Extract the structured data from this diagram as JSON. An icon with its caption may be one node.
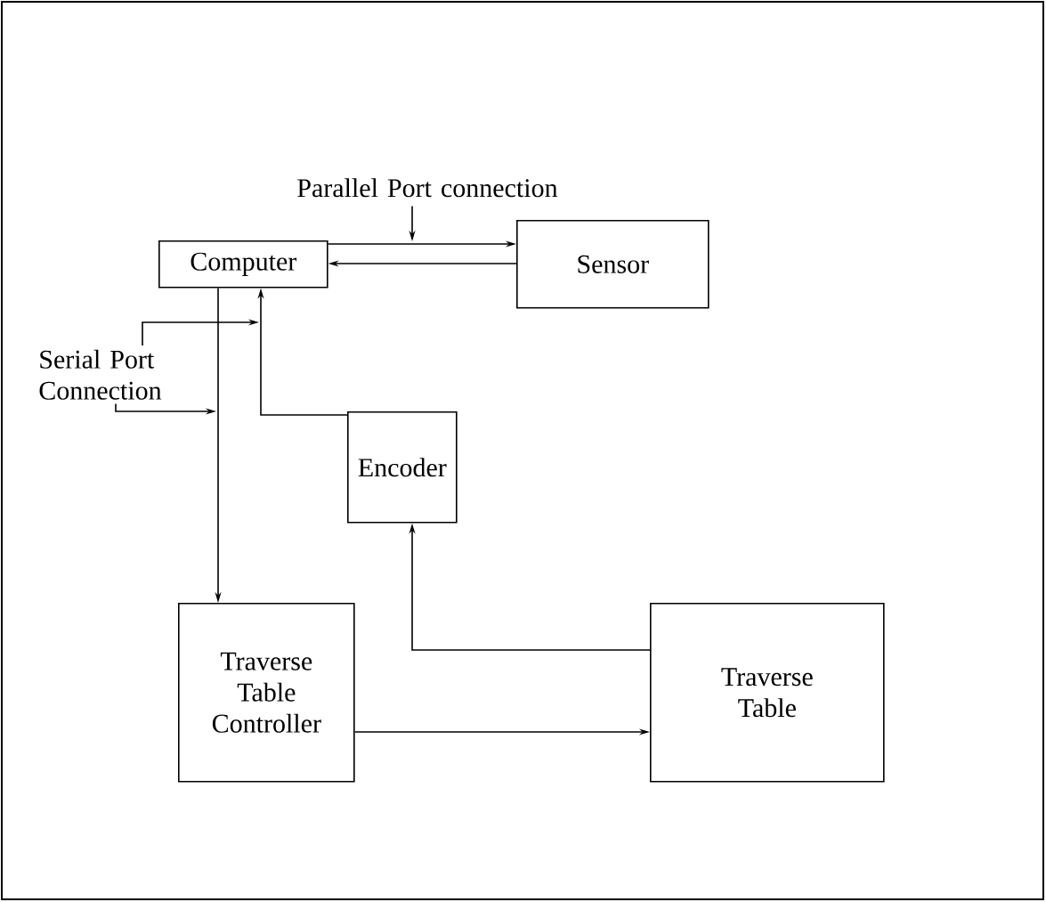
{
  "diagram": {
    "nodes": [
      {
        "text": [
          "Computer"
        ]
      },
      {
        "text": [
          "Sensor"
        ]
      },
      {
        "text": [
          "Encoder"
        ]
      },
      {
        "text": [
          "Traverse Table Controller"
        ]
      },
      {
        "text": [
          "Traverse Table"
        ]
      },
      {
        "text": [
          "Parallel Port connection"
        ]
      },
      {
        "text": [
          "Serial Port Connection"
        ]
      }
    ],
    "edges": [
      {
        "from": 0,
        "to": 1,
        "arrow": "to"
      },
      {
        "from": 1,
        "to": 0,
        "arrow": "to"
      },
      {
        "from": 0,
        "to": 3,
        "arrow": "to"
      },
      {
        "from": 2,
        "to": 0,
        "arrow": "to"
      },
      {
        "from": 4,
        "to": 2,
        "arrow": "to"
      },
      {
        "from": 3,
        "to": 4,
        "arrow": "to"
      },
      {
        "from": 5,
        "to": null,
        "arrow": "to"
      },
      {
        "from": 6,
        "to": null,
        "arrow": "to"
      },
      {
        "from": 6,
        "to": null,
        "arrow": "to"
      }
    ]
  }
}
